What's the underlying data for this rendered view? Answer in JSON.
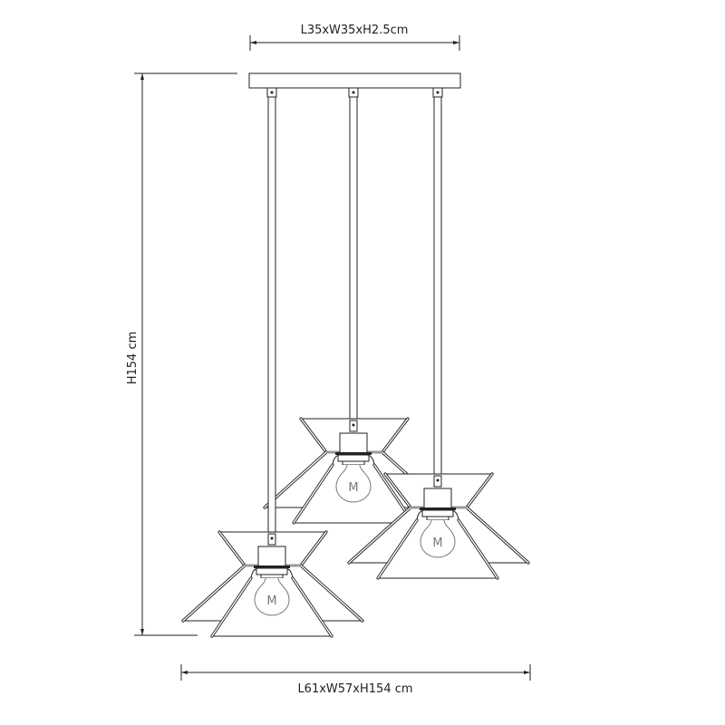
{
  "drawing": {
    "canopy_dimension": "L35xW35xH2.5cm",
    "height_dimension": "H154 cm",
    "overall_dimension": "L61xW57xH154 cm",
    "bulb_mark": "M",
    "lamp_count": 3
  },
  "colors": {
    "line": "#222222",
    "background": "#ffffff",
    "waist": "#999999",
    "bulb": "#777777"
  }
}
